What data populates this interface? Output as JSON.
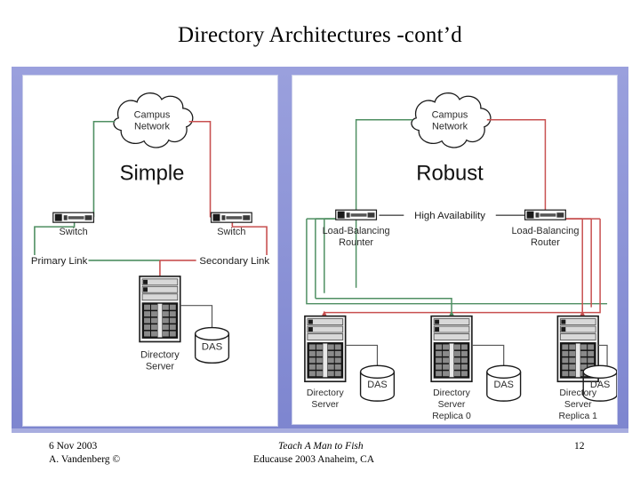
{
  "slide": {
    "title": "Directory Architectures -cont’d",
    "page_number": "12"
  },
  "colors": {
    "frame": "#8f96d8",
    "primary_link_green": "#4f8f62",
    "secondary_link_red": "#c85050",
    "wire_gray": "#555555",
    "outline": "#1a1a1a"
  },
  "panels": {
    "simple": {
      "heading": "Simple",
      "cloud": {
        "line1": "Campus",
        "line2": "Network"
      },
      "switch_left": "Switch",
      "switch_right": "Switch",
      "primary_link_label": "Primary Link",
      "secondary_link_label": "Secondary Link",
      "server": {
        "line1": "Directory",
        "line2": "Server"
      },
      "storage": "DAS"
    },
    "robust": {
      "heading": "Robust",
      "cloud": {
        "line1": "Campus",
        "line2": "Network"
      },
      "router_left": {
        "line1": "Load-Balancing",
        "line2": "Rounter"
      },
      "router_right": {
        "line1": "Load-Balancing",
        "line2": "Router"
      },
      "ha_link_label": "High Availability",
      "servers": [
        {
          "line1": "Directory",
          "line2": "Server",
          "line3": ""
        },
        {
          "line1": "Directory",
          "line2": "Server",
          "line3": "Replica 0"
        },
        {
          "line1": "Directory",
          "line2": "Server",
          "line3": "Replica 1"
        }
      ],
      "storages": [
        "DAS",
        "DAS",
        "DAS"
      ]
    }
  },
  "footer": {
    "date": "6 Nov 2003",
    "author": "A. Vandenberg ©",
    "talk_title": "Teach A Man to Fish",
    "venue": "Educause 2003 Anaheim, CA"
  }
}
